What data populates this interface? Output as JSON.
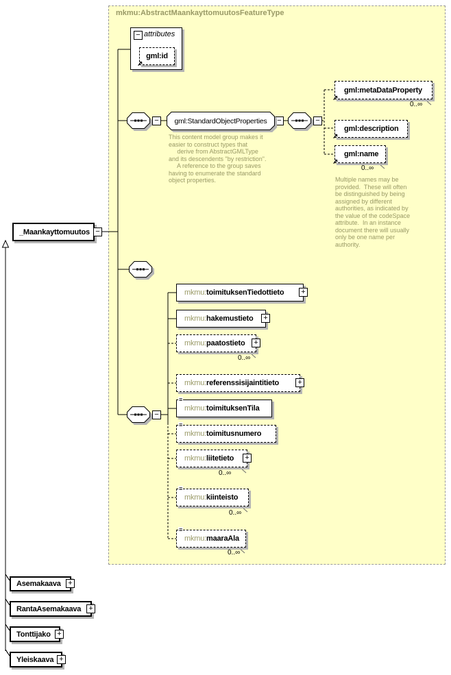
{
  "icons": {
    "expand": "+",
    "collapse": "−",
    "reference": "↗",
    "annotation": "≡"
  },
  "colors": {
    "frame_fill": "#ffffc8",
    "muted_text": "#999966",
    "shadow": "#b4b4b4"
  },
  "frame": {
    "title": "mkmu:AbstractMaankayttomuutosFeatureType"
  },
  "attributes_block": {
    "label": "attributes",
    "attribute": {
      "name": "gml:id"
    }
  },
  "root_element": {
    "name": "_Maankayttomuutos"
  },
  "standard_group": {
    "name": "gml:StandardObjectProperties",
    "annotation": "This content model group makes it\neasier to construct types that\n     derive from AbstractGMLType\nand its descendents \"by restriction\".\n     A reference to the group saves\nhaving to enumerate the standard\nobject properties."
  },
  "gml_children": [
    {
      "name": "gml:metaDataProperty",
      "occurs": "0..∞"
    },
    {
      "name": "gml:description",
      "occurs": ""
    },
    {
      "name": "gml:name",
      "occurs": "0..∞",
      "annotation": "Multiple names may be\nprovided.  These will often\nbe distinguished by being\nassigned by different\nauthorities, as indicated by\nthe value of the codeSpace\nattribute.  In an instance\ndocument there will usually\nonly be one name per\nauthority."
    }
  ],
  "mkmu_children": [
    {
      "prefix": "mkmu:",
      "name": "toimituksenTiedottieto",
      "occurs": ""
    },
    {
      "prefix": "mkmu:",
      "name": "hakemustieto",
      "occurs": ""
    },
    {
      "prefix": "mkmu:",
      "name": "paatostieto",
      "occurs": "0..∞"
    },
    {
      "prefix": "mkmu:",
      "name": "referenssisijaintitieto",
      "occurs": ""
    },
    {
      "prefix": "mkmu:",
      "name": "toimituksenTila",
      "occurs": ""
    },
    {
      "prefix": "mkmu:",
      "name": "toimitusnumero",
      "occurs": ""
    },
    {
      "prefix": "mkmu:",
      "name": "liitetieto",
      "occurs": "0..∞"
    },
    {
      "prefix": "mkmu:",
      "name": "kiinteisto",
      "occurs": "0..∞"
    },
    {
      "prefix": "mkmu:",
      "name": "maaraAla",
      "occurs": "0..∞"
    }
  ],
  "substitution_elements": [
    {
      "name": "Asemakaava"
    },
    {
      "name": "RantaAsemakaava"
    },
    {
      "name": "Tonttijako"
    },
    {
      "name": "Yleiskaava"
    }
  ]
}
